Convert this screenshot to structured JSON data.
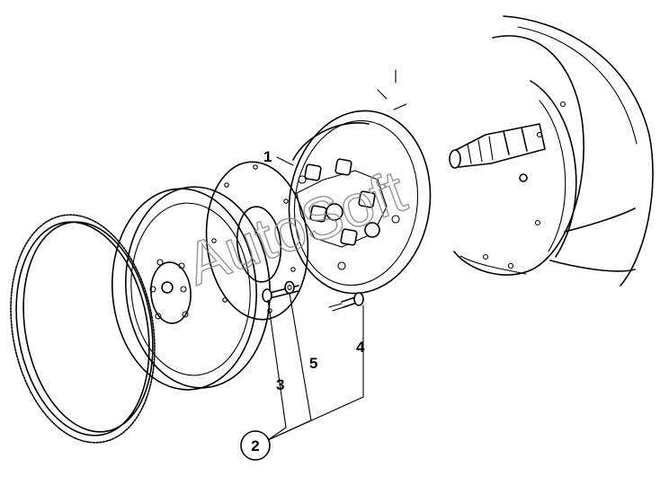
{
  "callouts": {
    "c1": "1",
    "c2": "2",
    "c3": "3",
    "c4": "4",
    "c5": "5"
  },
  "watermark": "AutoSoft"
}
